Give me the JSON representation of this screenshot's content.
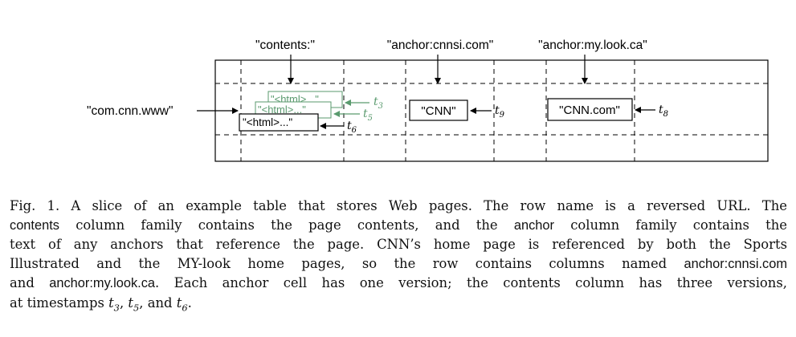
{
  "figure": {
    "col_headers": [
      "\"contents:\"",
      "\"anchor:cnnsi.com\"",
      "\"anchor:my.look.ca\""
    ],
    "row_label": "\"com.cnn.www\"",
    "contents_versions": [
      "\"<html>...\"",
      "\"<html>...\"",
      "\"<html>...\""
    ],
    "timestamp_labels": {
      "t3": "t",
      "t3_sub": "3",
      "t5": "t",
      "t5_sub": "5",
      "t6": "t",
      "t6_sub": "6",
      "t9": "t",
      "t9_sub": "9",
      "t8": "t",
      "t8_sub": "8"
    },
    "anchor_cells": [
      "\"CNN\"",
      "\"CNN.com\""
    ],
    "colors": {
      "version_green": "#5a9a6e",
      "line": "#000000"
    }
  },
  "caption": {
    "fig_label": "Fig. 1.",
    "line1_text": "A slice of an example table that stores Web pages. The row name is a reversed URL. The",
    "line2_a": "contents",
    "line2_b": "column family contains the page contents, and the",
    "line2_c": "anchor",
    "line2_d": "column family contains the",
    "line3": "text of any anchors that reference the page. CNN’s home page is referenced by both the Sports",
    "line4_a": "Illustrated and the MY-look home pages, so the row contains columns named",
    "line4_b": "anchor:cnnsi.com",
    "line5_a": "and",
    "line5_b": "anchor:my.look.ca",
    "line5_c": ". Each anchor cell has one version; the contents column has three versions,",
    "line6_a": "at timestamps",
    "t3": "t",
    "t3_sub": "3",
    "sep1": ",",
    "t5": "t",
    "t5_sub": "5",
    "sep2": ", and",
    "t6": "t",
    "t6_sub": "6",
    "end": "."
  }
}
